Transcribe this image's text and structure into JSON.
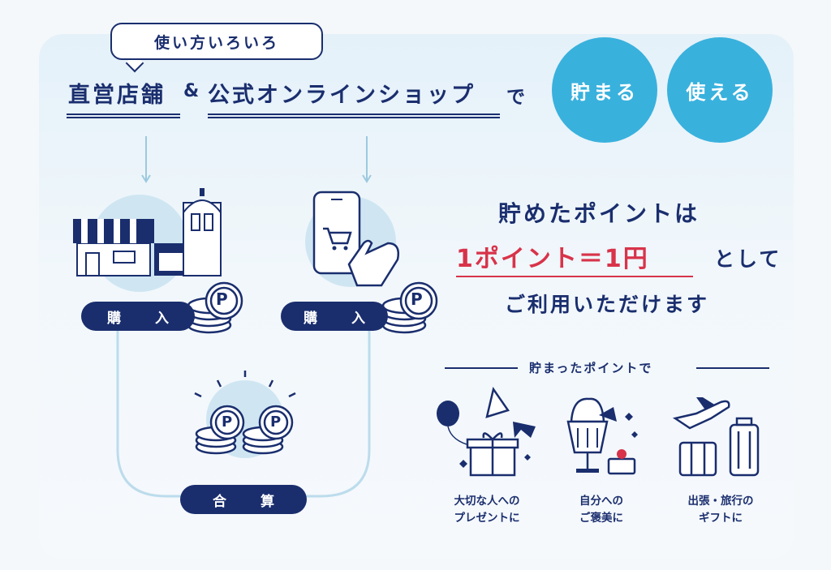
{
  "bubble_tag": "使い方いろいろ",
  "headline": {
    "part1": "直営店舗",
    "amp": "&",
    "part2": "公式オンラインショップ",
    "suffix": "で"
  },
  "badges": [
    "貯まる",
    "使える"
  ],
  "flow": {
    "store_buy_label": "購 入",
    "online_buy_label": "購 入",
    "total_label": "合 算",
    "coin_letter": "P"
  },
  "points_text": {
    "line1": "貯めたポイントは",
    "line2_highlight": "1ポイント＝1円",
    "line2_suffix": "として",
    "line3": "ご利用いただけます"
  },
  "uses": {
    "heading": "貯まったポイントで",
    "items": [
      {
        "label": "大切な人への\nプレゼントに",
        "icon": "gift-icon"
      },
      {
        "label": "自分への\nご褒美に",
        "icon": "parfait-icon"
      },
      {
        "label": "出張・旅行の\nギフトに",
        "icon": "travel-icon"
      }
    ]
  },
  "colors": {
    "navy": "#1a2e6e",
    "accent_blue": "#39b1dd",
    "highlight_red": "#d8334a",
    "light_blue": "#cfe6f2"
  }
}
